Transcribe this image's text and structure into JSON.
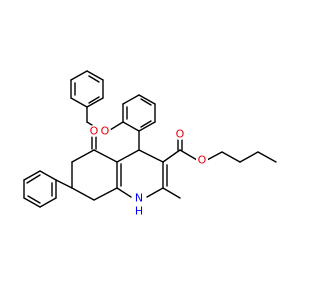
{
  "molecule": {
    "atoms": {
      "ether_oxygen": {
        "label": "O",
        "color": "#e8000b"
      },
      "ketone_oxygen": {
        "label": "O",
        "color": "#e8000b"
      },
      "ester_carbonyl_oxygen": {
        "label": "O",
        "color": "#e8000b"
      },
      "ester_alkoxy_oxygen": {
        "label": "O",
        "color": "#e8000b"
      },
      "ring_nitrogen": {
        "label": "N",
        "color": "#0000ff"
      },
      "ring_nitrogen_h": {
        "label": "H",
        "color": "#0000ff"
      }
    },
    "bond_color": "#000000"
  }
}
